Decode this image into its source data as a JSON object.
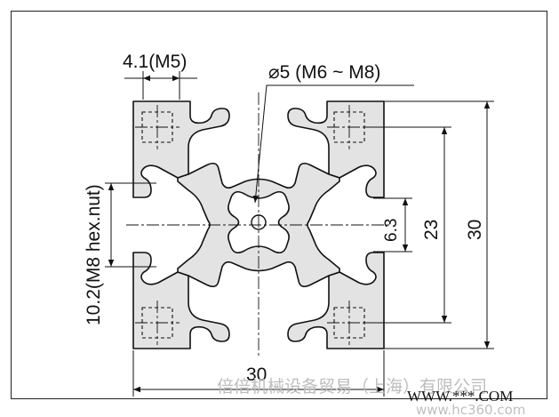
{
  "drawing": {
    "slot_width_label": "4.1(M5)",
    "hole_label": "⌀5 (M6 ~ M8)",
    "hex_nut_label": "10.2(M8 hex.nut)",
    "core_label": "6.3",
    "inner_label": "23",
    "height_label": "30",
    "width_label": "30"
  },
  "watermark": {
    "company": "倍倍机械设备贸易（上海）有限公司",
    "site": "WWW.***.COM",
    "domain": "www.hc360.com"
  },
  "colors": {
    "line": "#111111",
    "profile_fill": "#e3e3e3",
    "watermark": "#c8c8c8"
  }
}
